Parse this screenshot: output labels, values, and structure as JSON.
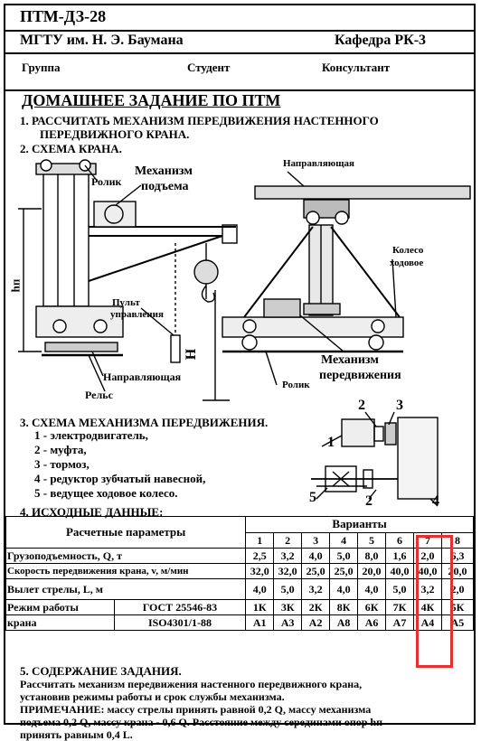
{
  "header": {
    "code": "ПТМ-ДЗ-28",
    "university": "МГТУ им. Н. Э. Баумана",
    "department": "Кафедра РК-3",
    "group_label": "Группа",
    "student_label": "Студент",
    "consultant_label": "Консультант"
  },
  "title": "ДОМАШНЕЕ ЗАДАНИЕ ПО ПТМ",
  "task": {
    "line1": "1. РАССЧИТАТЬ МЕХАНИЗМ  ПЕРЕДВИЖЕНИЯ  НАСТЕННОГО",
    "line2": "ПЕРЕДВИЖНОГО КРАНА."
  },
  "crane_scheme": {
    "heading": "2. СХЕМА КРАНА.",
    "labels": {
      "roller_top": "Ролик",
      "lift_mech_1": "Механизм",
      "lift_mech_2": "подъема",
      "hp": "hп",
      "control_1": "Пульт",
      "control_2": "управления",
      "h": "H",
      "guide_bottom": "Направляющая",
      "rail": "Рельс",
      "guide_top": "Направляющая",
      "wheel_1": "Колесо",
      "wheel_2": "ходовое",
      "travel_mech_1": "Механизм",
      "travel_mech_2": "передвижения",
      "roller_right": "Ролик"
    }
  },
  "mech_scheme": {
    "heading": "3. СХЕМА МЕХАНИЗМА ПЕРЕДВИЖЕНИЯ.",
    "items": [
      "1 - электродвигатель,",
      "2 - муфта,",
      "3 - тормоз,",
      "4 - редуктор зубчатый навесной,",
      "5 - ведущее ходовое колесо."
    ],
    "callouts": [
      "1",
      "2",
      "3",
      "4",
      "5",
      "2"
    ]
  },
  "initial_data": {
    "heading": "4. ИСХОДНЫЕ ДАННЫЕ:",
    "col_header": "Расчетные параметры",
    "variants_header": "Варианты",
    "variants": [
      "1",
      "2",
      "3",
      "4",
      "5",
      "6",
      "7",
      "8"
    ],
    "rows": [
      {
        "label": "Грузоподъемность, Q, т",
        "values": [
          "2,5",
          "3,2",
          "4,0",
          "5,0",
          "8,0",
          "1,6",
          "2,0",
          "6,3"
        ]
      },
      {
        "label": "Скорость передвижения крана, v, м/мин",
        "values": [
          "32,0",
          "32,0",
          "25,0",
          "25,0",
          "20,0",
          "40,0",
          "40,0",
          "20,0"
        ]
      },
      {
        "label": "Вылет стрелы, L, м",
        "values": [
          "4,0",
          "5,0",
          "3,2",
          "4,0",
          "4,0",
          "5,0",
          "3,2",
          "2,0"
        ]
      }
    ],
    "mode": {
      "label_1": "Режим работы",
      "label_2": "крана",
      "std_1": "ГОСТ 25546-83",
      "std_2": "ISO4301/1-88",
      "values_1": [
        "1К",
        "3К",
        "2К",
        "8К",
        "6К",
        "7К",
        "4К",
        "5К"
      ],
      "values_2": [
        "А1",
        "А3",
        "А2",
        "А8",
        "А6",
        "А7",
        "А4",
        "А5"
      ]
    },
    "selected_variant": "7",
    "highlight_color": "#e53030"
  },
  "content": {
    "heading": "5. СОДЕРЖАНИЕ ЗАДАНИЯ.",
    "line1": "Рассчитать механизм передвижения  настенного передвижного крана,",
    "line2": "установив режимы работы и срок службы механизма.",
    "note_1": "ПРИМЕЧАНИЕ:  массу стрелы принять равной 0,2 Q, массу механизма",
    "note_2": "подъема 0,2 Q, массу крана  - 0,6 Q. Расстояние между серединами опор hп",
    "note_3": "принять равным 0,4 L."
  }
}
